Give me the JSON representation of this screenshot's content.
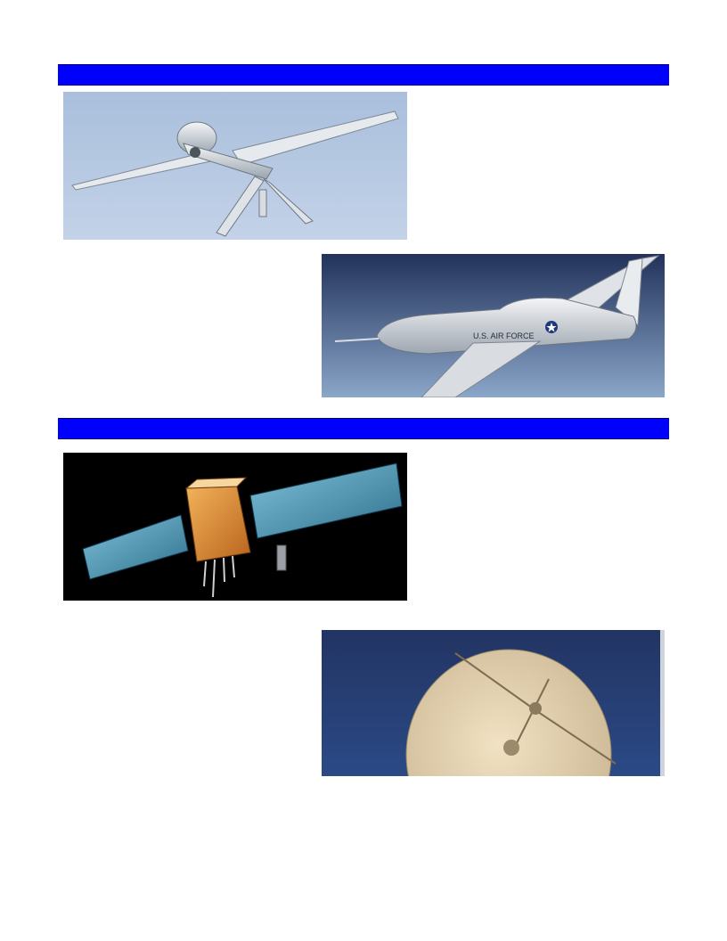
{
  "figures": {
    "predator_drone": {
      "icon": "predator-uav-photo"
    },
    "global_hawk": {
      "icon": "global-hawk-uav-photo",
      "markings": "U.S. AIR FORCE"
    },
    "satellite": {
      "icon": "communications-satellite-photo"
    },
    "dish": {
      "icon": "satellite-dish-photo"
    }
  },
  "colors": {
    "header_bar": "#0000ff"
  }
}
